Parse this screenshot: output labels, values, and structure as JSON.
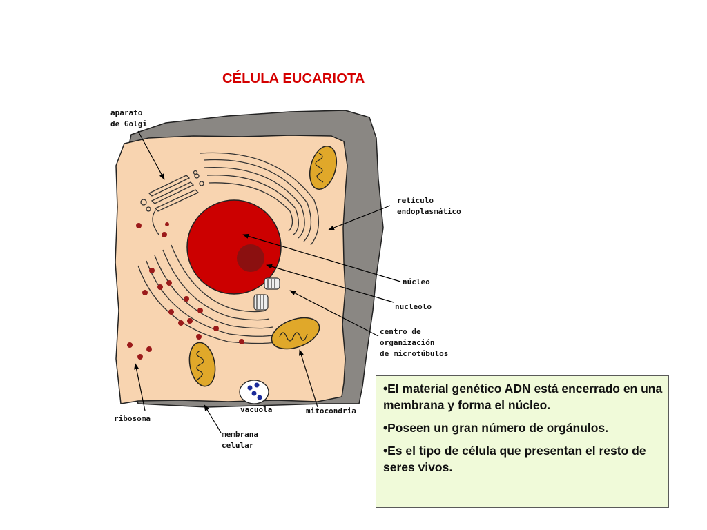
{
  "title": "CÉLULA EUCARIOTA",
  "labels": {
    "golgi": [
      "aparato",
      "de Golgi"
    ],
    "reticulo": [
      "retículo",
      "endoplasmático"
    ],
    "nucleo": "núcleo",
    "nucleolo": "nucleolo",
    "centro": [
      "centro de",
      "organización",
      "de microtúbulos"
    ],
    "ribosoma": "ribosoma",
    "vacuola": "vacuola",
    "mitocondria": "mitocondria",
    "membrana": [
      "membrana",
      "celular"
    ]
  },
  "info_box": {
    "points": [
      "•El material genético ADN está encerrado en una membrana y forma el núcleo.",
      "•Poseen un gran número de orgánulos.",
      "•Es el tipo de célula que presentan el resto de seres vivos."
    ]
  },
  "colors": {
    "title": "#d40000",
    "cytoplasm": "#f8d4b0",
    "cell_wall_shadow": "#8a8783",
    "nucleus": "#cc0000",
    "nucleolus": "#8b1010",
    "mitochondria": "#e0a82a",
    "ribosome": "#9b1a1a",
    "vacuole_dots": "#1a2a9a",
    "info_bg": "#f0fad9"
  }
}
